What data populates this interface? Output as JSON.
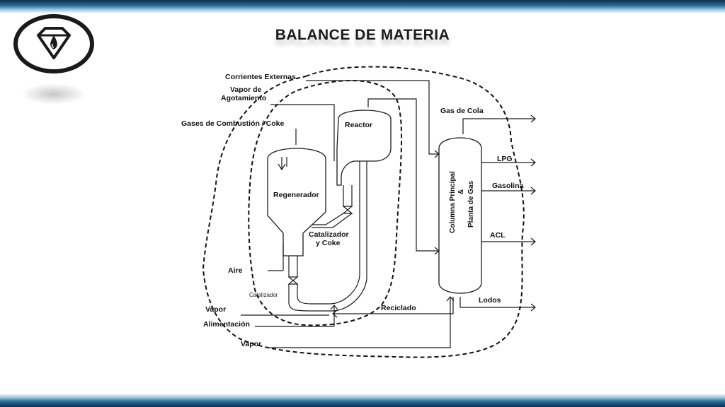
{
  "slide": {
    "title": "BALANCE DE MATERIA"
  },
  "logo": {
    "icon": "diamond-drop-logo"
  },
  "colors": {
    "band_dark": "#0d2f4f",
    "band_light": "#9cc6dd"
  },
  "diagram": {
    "labels": {
      "corrientes_externas": "Corrientes Externas",
      "vapor_de": "Vapor de",
      "agotamiento": "Agotamiento",
      "gases_combustion": "Gases de Combustión / Coke",
      "reactor": "Reactor",
      "regenerador": "Regenerador",
      "catalizador_coke_1": "Catalizador",
      "catalizador_coke_2": "y  Coke",
      "aire": "Aire",
      "catalizador": "Catalizador",
      "vapor_1": "Vapor",
      "alimentacion": "Alimentación",
      "vapor_2": "Vapor",
      "reciclado": "Reciclado",
      "gas_de_cola": "Gas de Cola",
      "lpg": "LPG",
      "gasolina": "Gasolina",
      "acl": "ACL",
      "lodos": "Lodos",
      "columna_1": "Columna Principal",
      "columna_2": "&",
      "columna_3": "Planta de Gas"
    }
  }
}
